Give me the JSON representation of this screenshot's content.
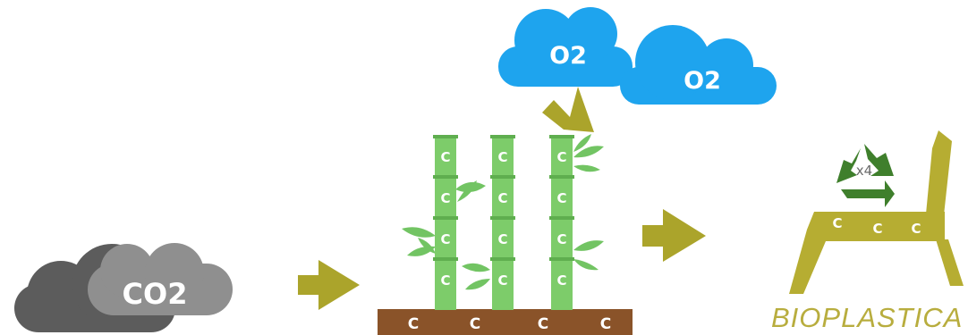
{
  "colors": {
    "co2_cloud_dark": "#5c5c5c",
    "co2_cloud_light": "#8f8f8f",
    "o2_cloud": "#1ea4ee",
    "arrow": "#aba42b",
    "bamboo": "#7dcc6a",
    "bamboo_node": "#5fae4f",
    "leaf": "#72c463",
    "soil": "#8a5329",
    "chair": "#b6ad32",
    "recycle": "#3f7f2c"
  },
  "co2_cloud": {
    "label": "CO2"
  },
  "o2_clouds": [
    {
      "label": "O2"
    },
    {
      "label": "O2"
    }
  ],
  "bamboo": {
    "stalk_c": [
      "C",
      "C",
      "C",
      "C",
      "C",
      "C",
      "C",
      "C",
      "C",
      "C",
      "C",
      "C"
    ],
    "soil_c": [
      "C",
      "C",
      "C",
      "C"
    ]
  },
  "chair": {
    "c_labels": [
      "C",
      "C",
      "C"
    ],
    "recycle_icon": "recycle-icon",
    "recycle_count": "x4"
  },
  "output_label": "BIOPLASTICA",
  "icons": [
    "cloud-icon",
    "arrow-right-icon",
    "arrow-up-right-icon",
    "bamboo-icon",
    "recycle-icon",
    "chair-icon"
  ]
}
